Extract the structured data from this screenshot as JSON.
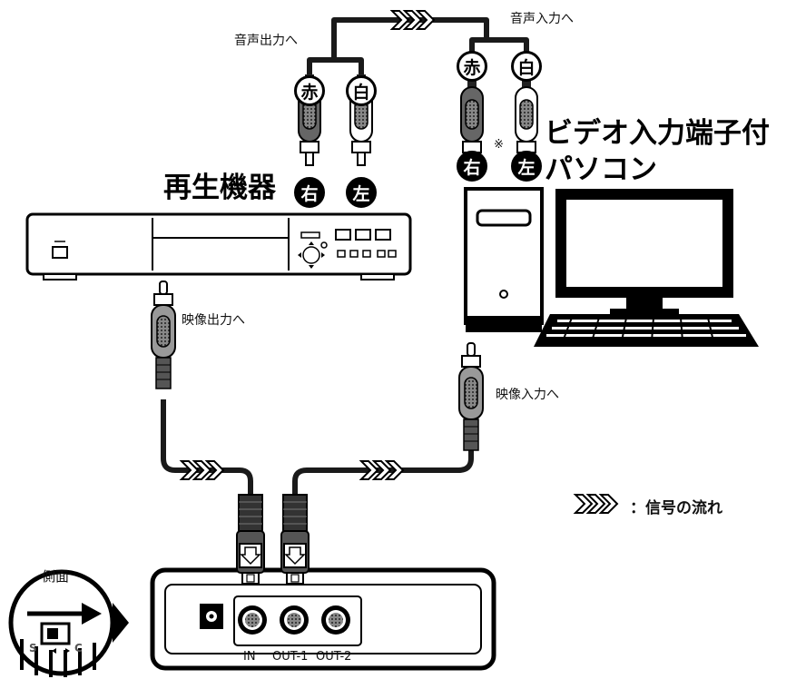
{
  "labels": {
    "audio_out": "音声出力へ",
    "audio_in": "音声入力へ",
    "video_out": "映像出力へ",
    "video_in": "映像入力へ",
    "player": "再生機器",
    "pc_line1": "ビデオ入力端子付",
    "pc_line2": "パソコン",
    "note_mark": "※",
    "legend": "：信号の流れ",
    "side_view": "側面"
  },
  "plugs": {
    "red": "赤",
    "white": "白",
    "right": "右",
    "left": "左"
  },
  "ports": {
    "in": "IN",
    "out1": "OUT-1",
    "out2": "OUT-2"
  },
  "switch": {
    "s": "S",
    "c": "C"
  },
  "colors": {
    "outline": "#000000",
    "cable": "#1a1a1a",
    "plug_dark": "#555555",
    "plug_light": "#bbbbbb",
    "device_fill": "#ffffff"
  }
}
